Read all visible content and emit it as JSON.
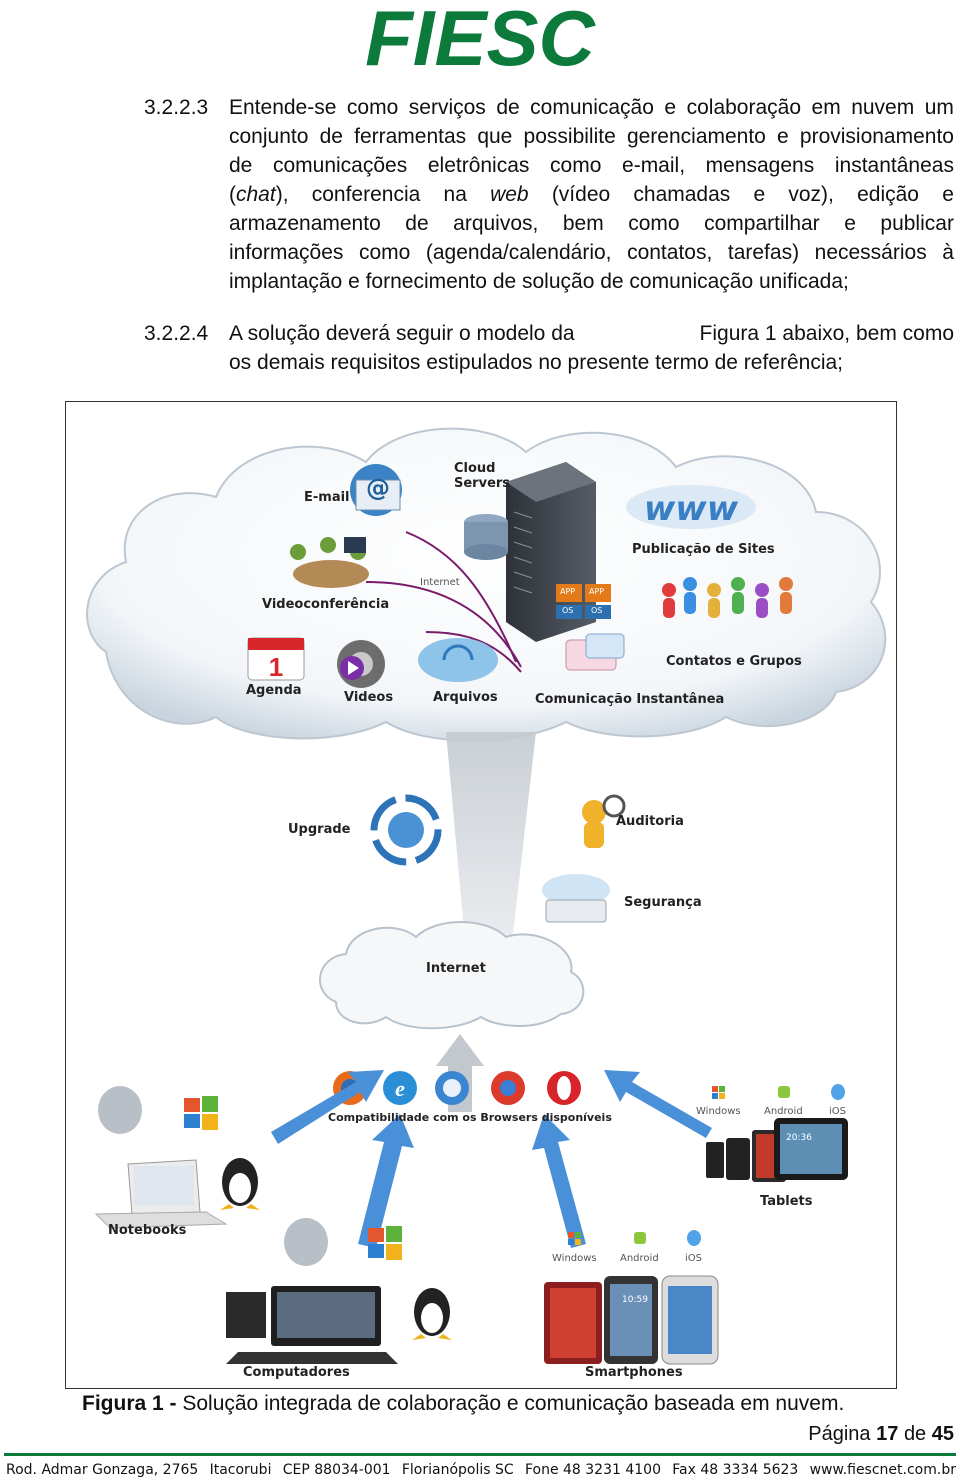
{
  "logo": {
    "text": "FIESC",
    "color": "#0b7a3a"
  },
  "para1": {
    "number": "3.2.2.3",
    "lines": [
      [
        "Entende-se",
        "como",
        "serviços",
        "de",
        "comunicação",
        "e",
        "colaboração",
        "em",
        "nuvem",
        "um"
      ],
      [
        "conjunto",
        "de",
        "ferramentas",
        "que",
        "possibilite",
        "gerenciamento",
        "e",
        "provisionamento"
      ],
      [
        "de",
        "comunicações",
        "eletrônicas",
        "como",
        "e-mail,",
        "mensagens",
        "instantâneas"
      ],
      [
        "(chat),",
        "conferencia",
        "na",
        "web",
        "(vídeo",
        "chamadas",
        "e",
        "voz),",
        "edição",
        "e"
      ],
      [
        "armazenamento",
        "de",
        "arquivos,",
        "bem",
        "como",
        "compartilhar",
        "e",
        "publicar"
      ],
      [
        "informações",
        "como",
        "(agenda/calendário,",
        "contatos,",
        "tarefas)",
        "necessários",
        "à"
      ]
    ],
    "last_line": "implantação e fornecimento de solução de comunicação unificada;"
  },
  "para2": {
    "number": "3.2.2.4",
    "line1_left": "A solução deverá seguir o modelo da",
    "line1_right": "Figura 1 abaixo, bem como",
    "line2": "os demais requisitos estipulados no presente termo de referência;"
  },
  "figure": {
    "labels": {
      "cloud_servers_1": "Cloud",
      "cloud_servers_2": "Servers",
      "email": "E-mail",
      "www": "www",
      "publicacao": "Publicação de Sites",
      "internet_small": "Internet",
      "videoconferencia": "Videoconferência",
      "app1": "APP",
      "app2": "APP",
      "os1": "OS",
      "os2": "OS",
      "contatos": "Contatos e Grupos",
      "agenda": "Agenda",
      "videos": "Videos",
      "arquivos": "Arquivos",
      "comunicacao": "Comunicação Instantânea",
      "upgrade": "Upgrade",
      "auditoria": "Auditoria",
      "seguranca": "Segurança",
      "internet": "Internet",
      "browsers": "Compatibilidade com os Browsers disponíveis",
      "windows1": "Windows",
      "android1": "Android",
      "ios1": "iOS",
      "tablets": "Tablets",
      "notebooks": "Notebooks",
      "windows2": "Windows",
      "android2": "Android",
      "ios2": "iOS",
      "computadores": "Computadores",
      "smartphones": "Smartphones",
      "calendar_day": "1",
      "tablet_time": "20:36",
      "phone_time": "10:59"
    }
  },
  "caption": {
    "prefix": "Figura 1 -",
    "text": " Solução integrada de colaboração e comunicação baseada em nuvem."
  },
  "page": {
    "label": "Página",
    "current": "17",
    "of": "de",
    "total": "45"
  },
  "footer": [
    "Rod. Admar Gonzaga, 2765",
    "Itacorubi",
    "CEP 88034-001",
    "Florianópolis SC",
    "Fone 48 3231 4100",
    "Fax 48 3334 5623",
    "www.fiescnet.com.br"
  ]
}
